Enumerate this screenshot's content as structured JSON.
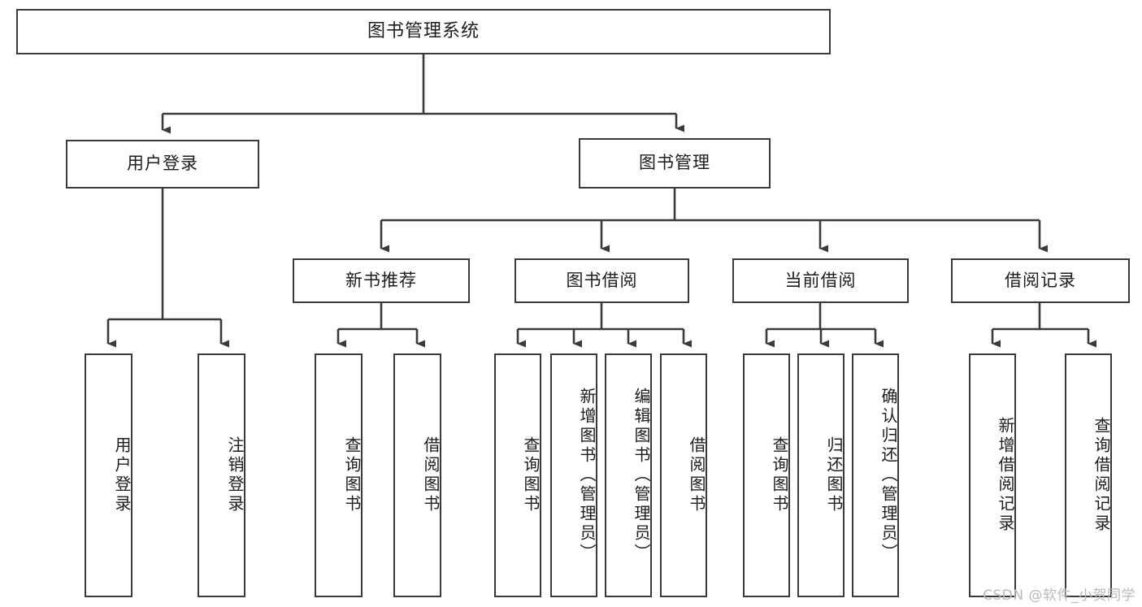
{
  "diagram": {
    "title": "图书管理系统",
    "watermark": "CSDN @软件_小贺同学",
    "colors": {
      "background": "#ffffff",
      "box_border": "#3a3a3a",
      "box_fill": "#ffffff",
      "connector": "#3a3a3a",
      "text": "#1c1c1c",
      "watermark": "#b9b9b9"
    },
    "root": {
      "label": "图书管理系统"
    },
    "level2": [
      {
        "label": "用户登录"
      },
      {
        "label": "图书管理"
      }
    ],
    "level3": [
      {
        "label": "新书推荐"
      },
      {
        "label": "图书借阅"
      },
      {
        "label": "当前借阅"
      },
      {
        "label": "借阅记录"
      }
    ],
    "leaves": {
      "user_login": [
        {
          "label": "用户登录"
        },
        {
          "label": "注销登录"
        }
      ],
      "new_book": [
        {
          "label": "查询图书"
        },
        {
          "label": "借阅图书"
        }
      ],
      "book_borrow": [
        {
          "label": "查询图书"
        },
        {
          "label": "新增图书（管理员）"
        },
        {
          "label": "编辑图书（管理员）"
        },
        {
          "label": "借阅图书"
        }
      ],
      "current_borrow": [
        {
          "label": "查询图书"
        },
        {
          "label": "归还图书"
        },
        {
          "label": "确认归还（管理员）"
        }
      ],
      "borrow_record": [
        {
          "label": "新增借阅记录"
        },
        {
          "label": "查询借阅记录"
        }
      ]
    }
  }
}
